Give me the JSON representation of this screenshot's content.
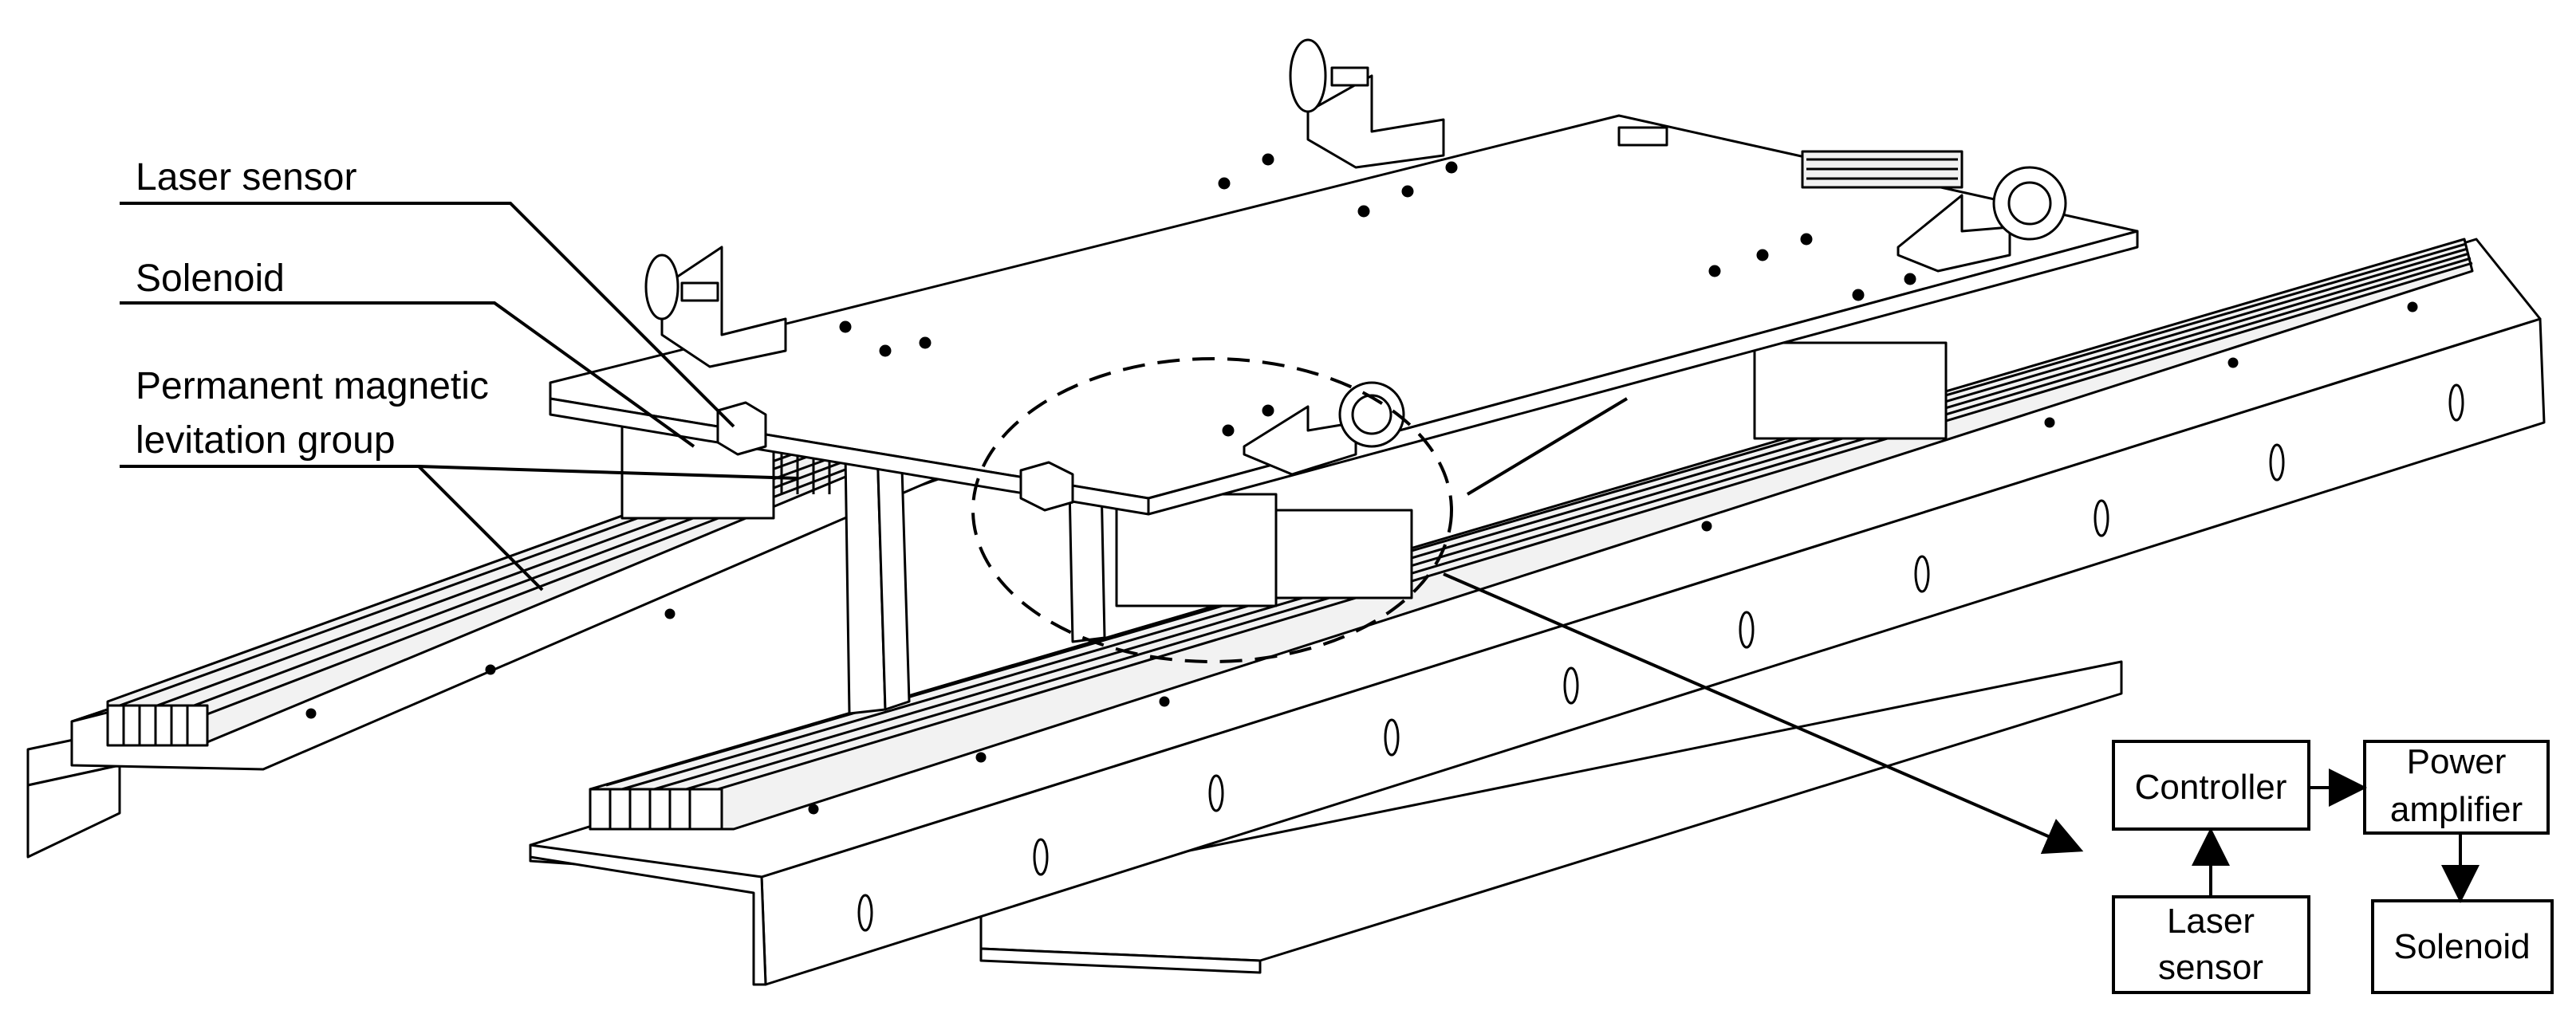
{
  "callouts": {
    "laser_sensor": "Laser sensor",
    "solenoid": "Solenoid",
    "pm_group_line1": "Permanent magnetic",
    "pm_group_line2": "levitation group"
  },
  "block_diagram": {
    "controller": "Controller",
    "power_amplifier_line1": "Power",
    "power_amplifier_line2": "amplifier",
    "laser_sensor_line1": "Laser",
    "laser_sensor_line2": "sensor",
    "solenoid": "Solenoid"
  },
  "colors": {
    "line": "#000000",
    "fill": "#ffffff",
    "stripe": "#e8e8e8"
  }
}
